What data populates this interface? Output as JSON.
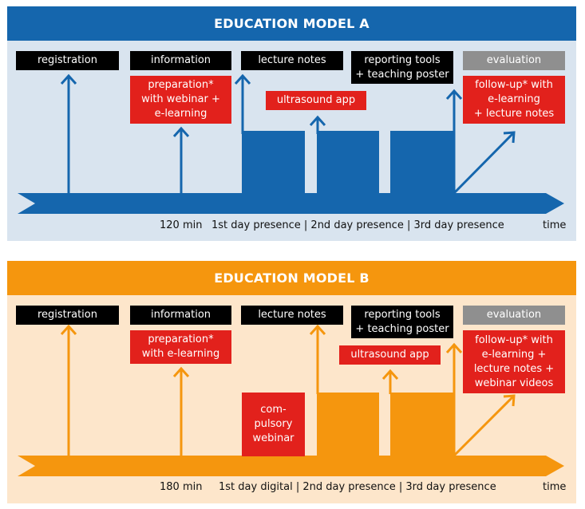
{
  "model_a": {
    "title": "EDUCATION MODEL A",
    "colors": {
      "header": "#1566ad",
      "background": "#d9e4ef",
      "accent": "#1566ad"
    },
    "labels": {
      "registration": "registration",
      "information": "information",
      "lecture_notes": "lecture notes",
      "reporting_tools": "reporting tools\n+ teaching poster",
      "evaluation": "evaluation",
      "preparation": "preparation*\nwith webinar +\ne-learning",
      "ultrasound_app": "ultrasound app",
      "follow_up": "follow-up* with\ne-learning\n+ lecture notes"
    },
    "timeline": {
      "duration": "120 min",
      "days": "1st day presence | 2nd day presence | 3rd day presence",
      "axis": "time"
    }
  },
  "model_b": {
    "title": "EDUCATION MODEL B",
    "colors": {
      "header": "#f5960e",
      "background": "#fde6cb",
      "accent": "#f5960e"
    },
    "labels": {
      "registration": "registration",
      "information": "information",
      "lecture_notes": "lecture notes",
      "reporting_tools": "reporting tools\n+ teaching poster",
      "evaluation": "evaluation",
      "preparation": "preparation*\nwith e-learning",
      "ultrasound_app": "ultrasound app",
      "compulsory_webinar": "com-\npulsory\nwebinar",
      "follow_up": "follow-up* with\ne-learning +\nlecture notes +\nwebinar videos"
    },
    "timeline": {
      "duration": "180 min",
      "days": "1st day digital | 2nd day presence | 3rd day presence",
      "axis": "time"
    }
  }
}
